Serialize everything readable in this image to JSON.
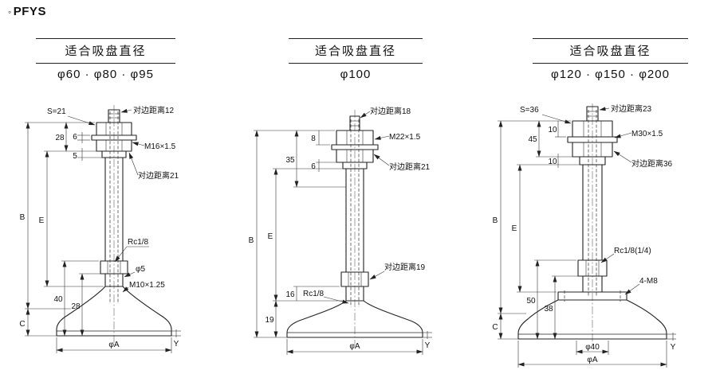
{
  "brand": {
    "bullet": "◦",
    "name": "PFYS"
  },
  "sections": [
    {
      "title": "适合吸盘直径",
      "sizes": "φ60 · φ80 · φ95",
      "ann": {
        "s": "S=21",
        "flats_top": "对边距离12",
        "thread": "M16×1.5",
        "flats_mid": "对边距离21",
        "rc": "Rc1/8",
        "hole": "φ5",
        "bottom_thread": "M10×1.25"
      },
      "dims": {
        "washer": "6",
        "stack": "28",
        "shoulder": "5",
        "E": "E",
        "B": "B",
        "lower1": "40",
        "lower2": "28",
        "C": "C",
        "phiA": "φA",
        "Y": "Y"
      }
    },
    {
      "title": "适合吸盘直径",
      "sizes": "φ100",
      "ann": {
        "flats_top": "对边距离18",
        "thread": "M22×1.5",
        "flats_mid": "对边距离21",
        "flats_low": "对边距离19",
        "rc": "Rc1/8"
      },
      "dims": {
        "nut": "8",
        "stack": "35",
        "shoulder": "6",
        "E": "E",
        "B": "B",
        "lower1": "19",
        "lower2": "16",
        "phiA": "φA",
        "Y": "Y"
      }
    },
    {
      "title": "适合吸盘直径",
      "sizes": "φ120 · φ150 · φ200",
      "ann": {
        "s": "S=36",
        "flats_top": "对边距离23",
        "thread": "M30×1.5",
        "flats_mid": "对边距离36",
        "rc": "Rc1/8(1/4)",
        "bolts": "4-M8"
      },
      "dims": {
        "nut": "10",
        "stack": "45",
        "shoulder": "10",
        "E": "E",
        "B": "B",
        "lower1": "50",
        "lower2": "38",
        "C": "C",
        "phi40": "φ40",
        "phiA": "φA",
        "Y": "Y"
      }
    }
  ]
}
